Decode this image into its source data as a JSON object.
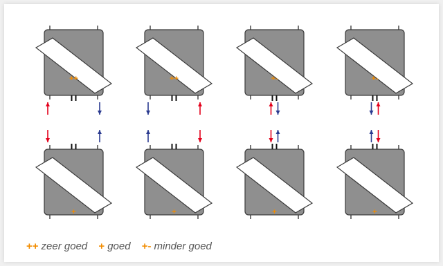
{
  "colors": {
    "box_fill": "#8f8f8f",
    "box_stroke": "#3a3a3a",
    "orange": "#f28c00",
    "red": "#e3001b",
    "blue": "#2a3a8f",
    "legend_text": "#555555"
  },
  "units": [
    {
      "row": "top",
      "rating": "++",
      "arrows": [
        "red-up-left",
        "blue-down-right"
      ]
    },
    {
      "row": "top",
      "rating": "++",
      "arrows": [
        "blue-down-left",
        "red-up-right"
      ]
    },
    {
      "row": "top",
      "rating": "+-",
      "arrows": [
        "red-up-center",
        "blue-down-center"
      ]
    },
    {
      "row": "top",
      "rating": "+-",
      "arrows": [
        "blue-down-center",
        "red-up-center"
      ]
    },
    {
      "row": "bottom",
      "rating": "+",
      "arrows": [
        "red-down-left",
        "blue-up-right"
      ]
    },
    {
      "row": "bottom",
      "rating": "+",
      "arrows": [
        "blue-up-left",
        "red-down-right"
      ]
    },
    {
      "row": "bottom",
      "rating": "+",
      "arrows": [
        "red-down-center",
        "blue-up-center"
      ]
    },
    {
      "row": "bottom",
      "rating": "+",
      "arrows": [
        "blue-up-center",
        "red-down-center"
      ]
    }
  ],
  "legend": [
    {
      "symbol": "++",
      "label": "zeer goed"
    },
    {
      "symbol": "+",
      "label": "goed"
    },
    {
      "symbol": "+-",
      "label": "minder goed"
    }
  ]
}
